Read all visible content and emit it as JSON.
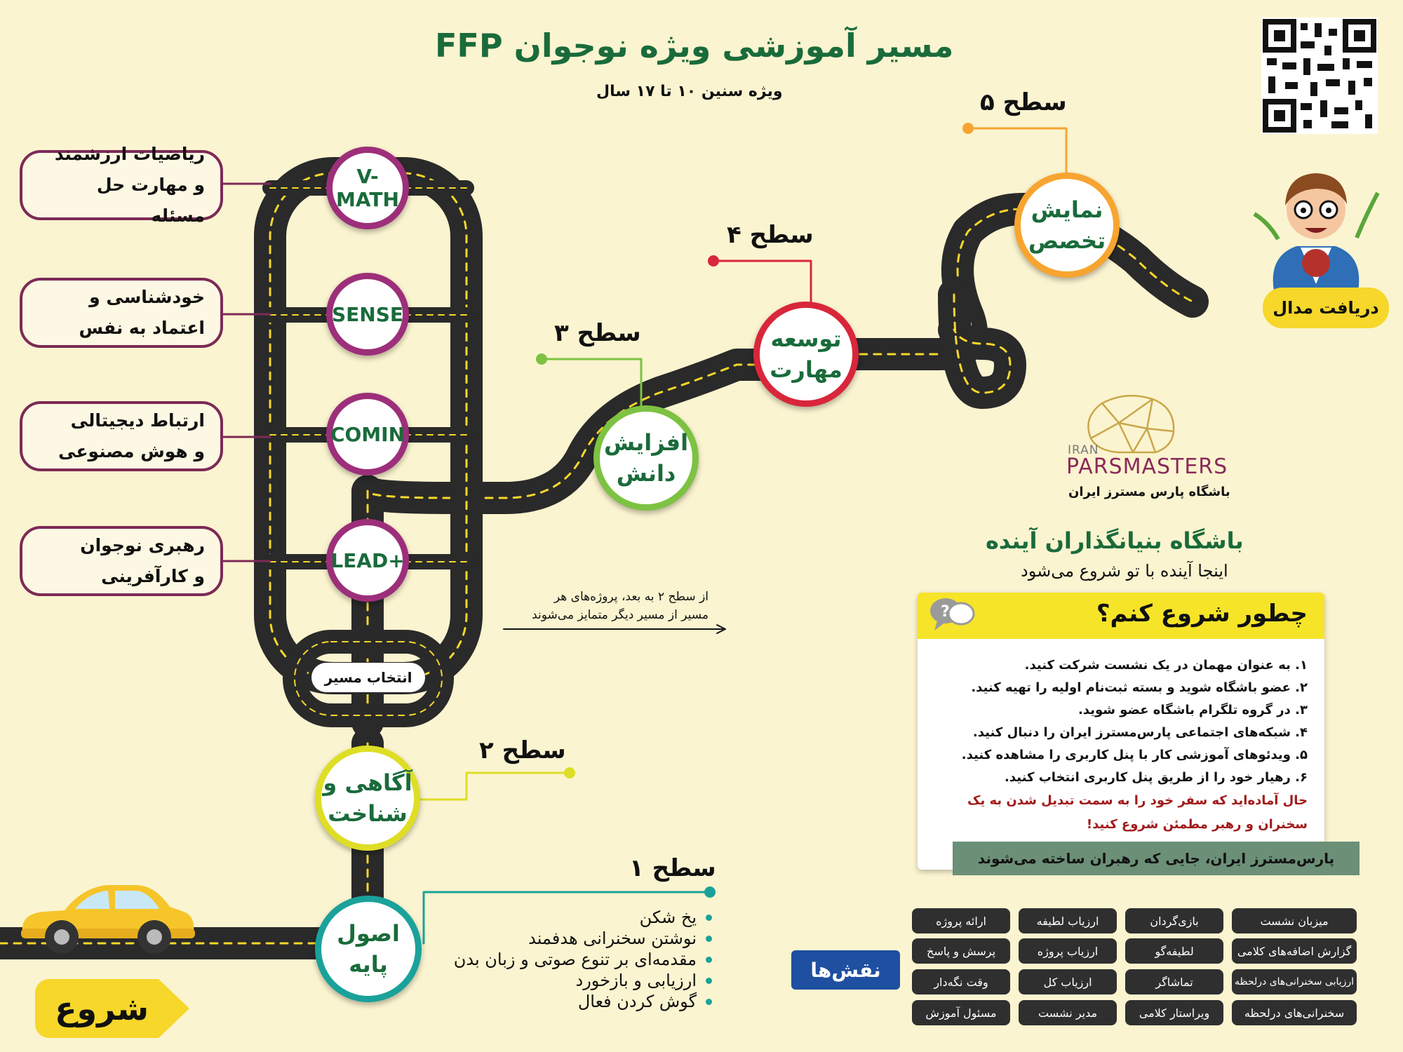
{
  "header": {
    "title": "مسیر آموزشی ویژه نوجوان FFP",
    "subtitle": "ویژه سنین ۱۰ تا ۱۷ سال"
  },
  "modules": [
    {
      "code": "V-MATH",
      "desc_line1": "ریاضیات ارزشمند",
      "desc_line2": "و مهارت حل مسئله"
    },
    {
      "code": "SENSE",
      "desc_line1": "خودشناسی و",
      "desc_line2": "اعتماد به نفس"
    },
    {
      "code": "COMIN",
      "desc_line1": "ارتباط دیجیتالی",
      "desc_line2": "و هوش مصنوعی"
    },
    {
      "code": "LEAD+",
      "desc_line1": "رهبری نوجوان",
      "desc_line2": "و کارآفرینی"
    }
  ],
  "choose_path": "انتخاب مسیر",
  "projects_note": {
    "line1": "از سطح ۲ به بعد، پروژه‌های هر",
    "line2": "مسیر از مسیر دیگر متمایز می‌شوند"
  },
  "levels": [
    {
      "label": "سطح ۱",
      "line1": "اصول",
      "line2": "پایه",
      "color": "#1aa29a"
    },
    {
      "label": "سطح ۲",
      "line1": "آگاهی و",
      "line2": "شناخت",
      "color": "#dede26"
    },
    {
      "label": "سطح ۳",
      "line1": "افزایش",
      "line2": "دانش",
      "color": "#7dc242"
    },
    {
      "label": "سطح ۴",
      "line1": "توسعه",
      "line2": "مهارت",
      "color": "#d9263a"
    },
    {
      "label": "سطح ۵",
      "line1": "نمایش",
      "line2": "تخصص",
      "color": "#f7a530"
    }
  ],
  "level1_items": [
    "یخ شکن",
    "نوشتن سخنرانی هدفمند",
    "مقدمه‌ای بر تنوع صوتی و زبان بدن",
    "ارزیابی و بازخورد",
    "گوش کردن فعال"
  ],
  "start_label": "شروع",
  "medal_label": "دریافت مدال",
  "brand": {
    "iran": "IRAN",
    "name": "PARSMASTERS",
    "fa_name": "باشگاه پارس مسترز ایران",
    "slogan": "باشگاه بنیانگذاران آینده",
    "tagline": "اینجا آینده با تو شروع می‌شود"
  },
  "how_to_start": {
    "title": "چطور شروع کنم؟",
    "steps": [
      "۱. به عنوان مهمان در یک نشست شرکت کنید.",
      "۲. عضو باشگاه شوید و بسته ثبت‌نام اولیه را تهیه کنید.",
      "۳. در گروه تلگرام باشگاه عضو شوید.",
      "۴. شبکه‌های اجتماعی پارس‌مسترز ایران را دنبال کنید.",
      "۵. ویدئوهای آموزشی کار با پنل کاربری را مشاهده کنید.",
      "۶. رهیار خود را از طریق پنل کاربری انتخاب کنید."
    ],
    "cta": "حال آماده‌اید که سفر خود را به سمت تبدیل شدن به یک سخنران و رهبر مطمئن شروع کنید!",
    "banner": "پارس‌مسترز ایران، جایی که رهبران ساخته می‌شوند"
  },
  "roles_label": "نقش‌ها",
  "roles": [
    [
      "ارائه پروژه",
      "ارزیاب لطیفه",
      "بازی‌گردان",
      "میزبان نشست"
    ],
    [
      "پرسش و پاسخ",
      "ارزیاب پروژه",
      "لطیفه‌گو",
      "گزارش اضافه‌های کلامی"
    ],
    [
      "وقت نگه‌دار",
      "ارزیاب کل",
      "تماشاگر",
      "ارزیابی سخنرانی‌های درلحظه"
    ],
    [
      "مسئول آموزش",
      "مدیر نشست",
      "ویراستار کلامی",
      "سخنرانی‌های درلحظه"
    ]
  ],
  "colors": {
    "module_ring": "#9d2f7a",
    "title_green": "#1a6b3b",
    "yellow": "#f6d72a"
  }
}
